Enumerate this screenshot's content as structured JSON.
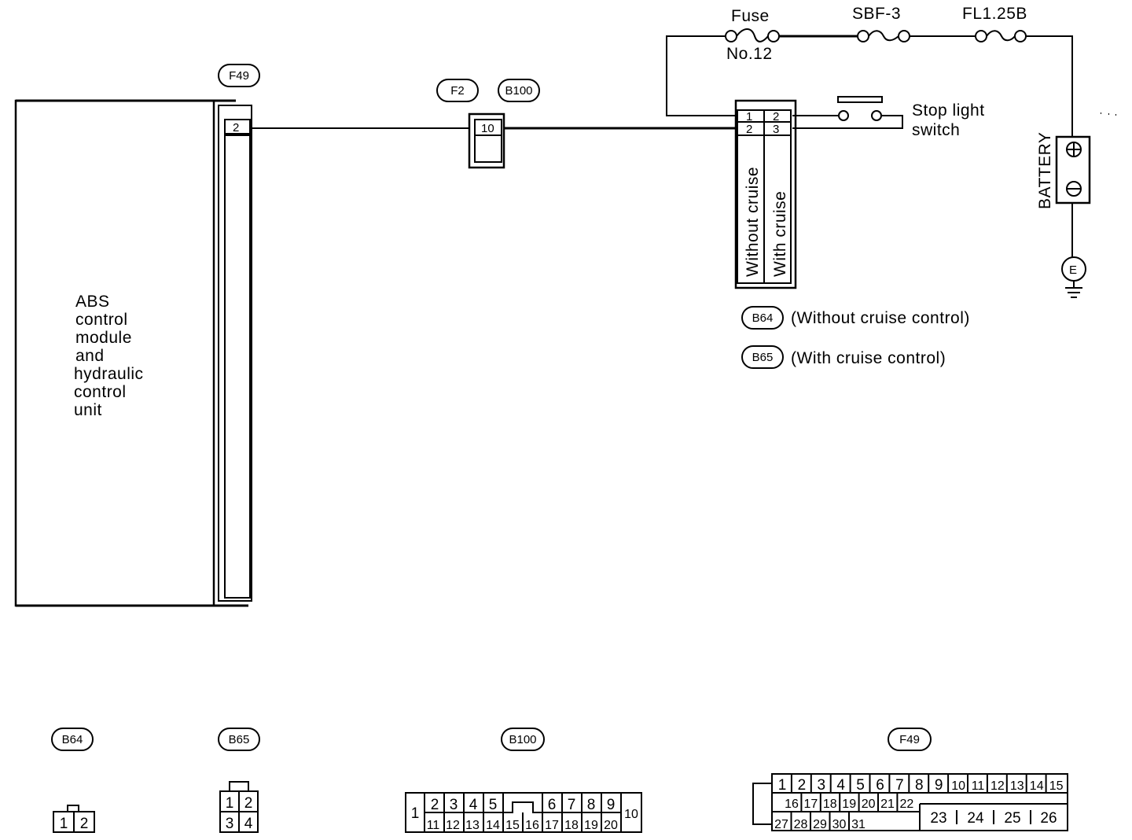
{
  "labels": {
    "abs_line1": "ABS",
    "abs_line2": "control",
    "abs_line3": "module",
    "abs_line4": "and",
    "abs_line5": "hydraulic",
    "abs_line6": "control",
    "abs_line7": "unit",
    "fuse": "Fuse",
    "fuse_no": "No.12",
    "sbf": "SBF-3",
    "fl": "FL1.25B",
    "stop_line1": "Stop light",
    "stop_line2": "switch",
    "battery": "BATTERY",
    "ground": "E",
    "without_cruise": "Without cruise",
    "with_cruise": "With cruise",
    "b64_note": "(Without cruise control)",
    "b65_note": "(With cruise control)"
  },
  "connectors": {
    "f49": "F49",
    "f2": "F2",
    "b100": "B100",
    "b64": "B64",
    "b65": "B65"
  },
  "pins": {
    "abs_pin": "2",
    "f2_pin": "10",
    "sw_top_1": "1",
    "sw_top_2": "2",
    "sw_bot_1": "2",
    "sw_bot_2": "3"
  },
  "connector_faces": {
    "b64": [
      "1",
      "2"
    ],
    "b65": [
      "1",
      "2",
      "3",
      "4"
    ],
    "b100": [
      "1",
      "2",
      "3",
      "4",
      "5",
      "6",
      "7",
      "8",
      "9",
      "10",
      "11",
      "12",
      "13",
      "14",
      "15",
      "16",
      "17",
      "18",
      "19",
      "20"
    ],
    "f49_row1": [
      "1",
      "2",
      "3",
      "4",
      "5",
      "6",
      "7",
      "8",
      "9",
      "10",
      "11",
      "12",
      "13",
      "14",
      "15"
    ],
    "f49_row2": [
      "16",
      "17",
      "18",
      "19",
      "20",
      "21",
      "22"
    ],
    "f49_row2_right": [
      "23",
      "24",
      "25",
      "26"
    ],
    "f49_row3": [
      "27",
      "28",
      "29",
      "30",
      "31"
    ]
  }
}
